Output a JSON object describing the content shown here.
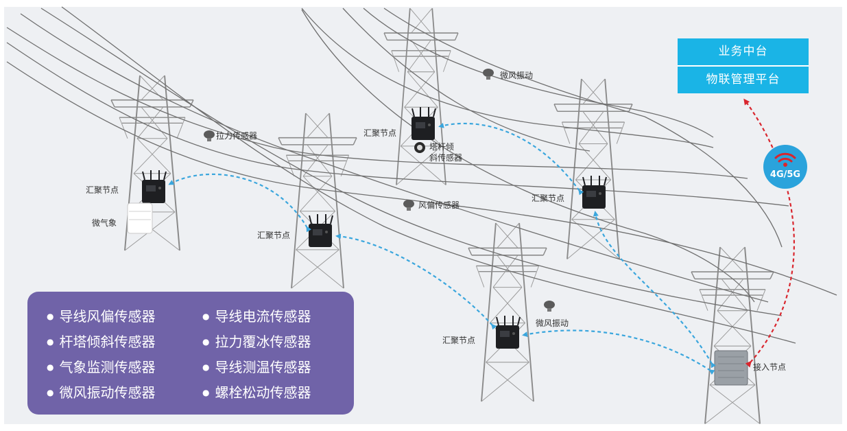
{
  "platform": {
    "top_label": "业务中台",
    "bottom_label": "物联管理平台",
    "color": "#1ab4e6"
  },
  "network_badge": {
    "label": "4G/5G",
    "icon": "wifi-icon",
    "color": "#2aa3dc"
  },
  "labels": {
    "weifeng_top": "微风振动",
    "lali": "拉力传感器",
    "hub_center_top": "汇聚节点",
    "tower_tilt": "塔杆倾\n斜传感器",
    "hub_left": "汇聚节点",
    "weather": "微气象",
    "fengpian": "风偏传感器",
    "hub_right": "汇聚节点",
    "hub_middle": "汇聚节点",
    "hub_bottom": "汇聚节点",
    "weifeng_bottom": "微风振动",
    "access_node": "接入节点"
  },
  "sensor_list": {
    "left": [
      "导线风偏传感器",
      "杆塔倾斜传感器",
      "气象监测传感器",
      "微风振动传感器"
    ],
    "right": [
      "导线电流传感器",
      "拉力覆冰传感器",
      "导线测温传感器",
      "螺栓松动传感器"
    ]
  },
  "colors": {
    "panel": "#7063a8",
    "link_blue": "#3aa6dd",
    "link_red": "#d9262e",
    "tower": "#8c8c8c",
    "background": "#eef0f3"
  }
}
